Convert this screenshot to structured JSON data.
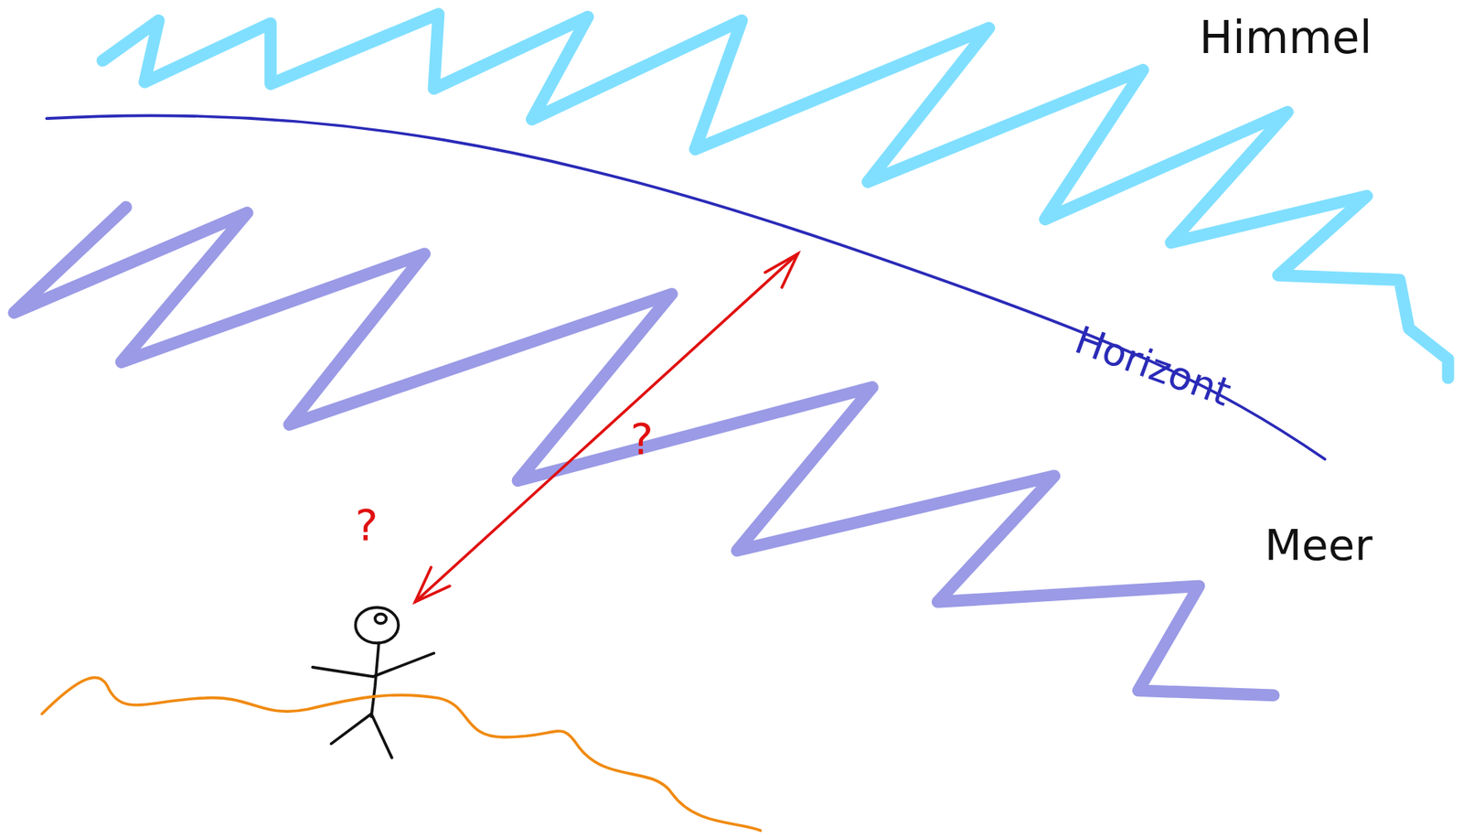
{
  "diagram": {
    "labels": [
      "Himmel",
      "Horizont",
      "Meer",
      "?",
      "?"
    ]
  }
}
